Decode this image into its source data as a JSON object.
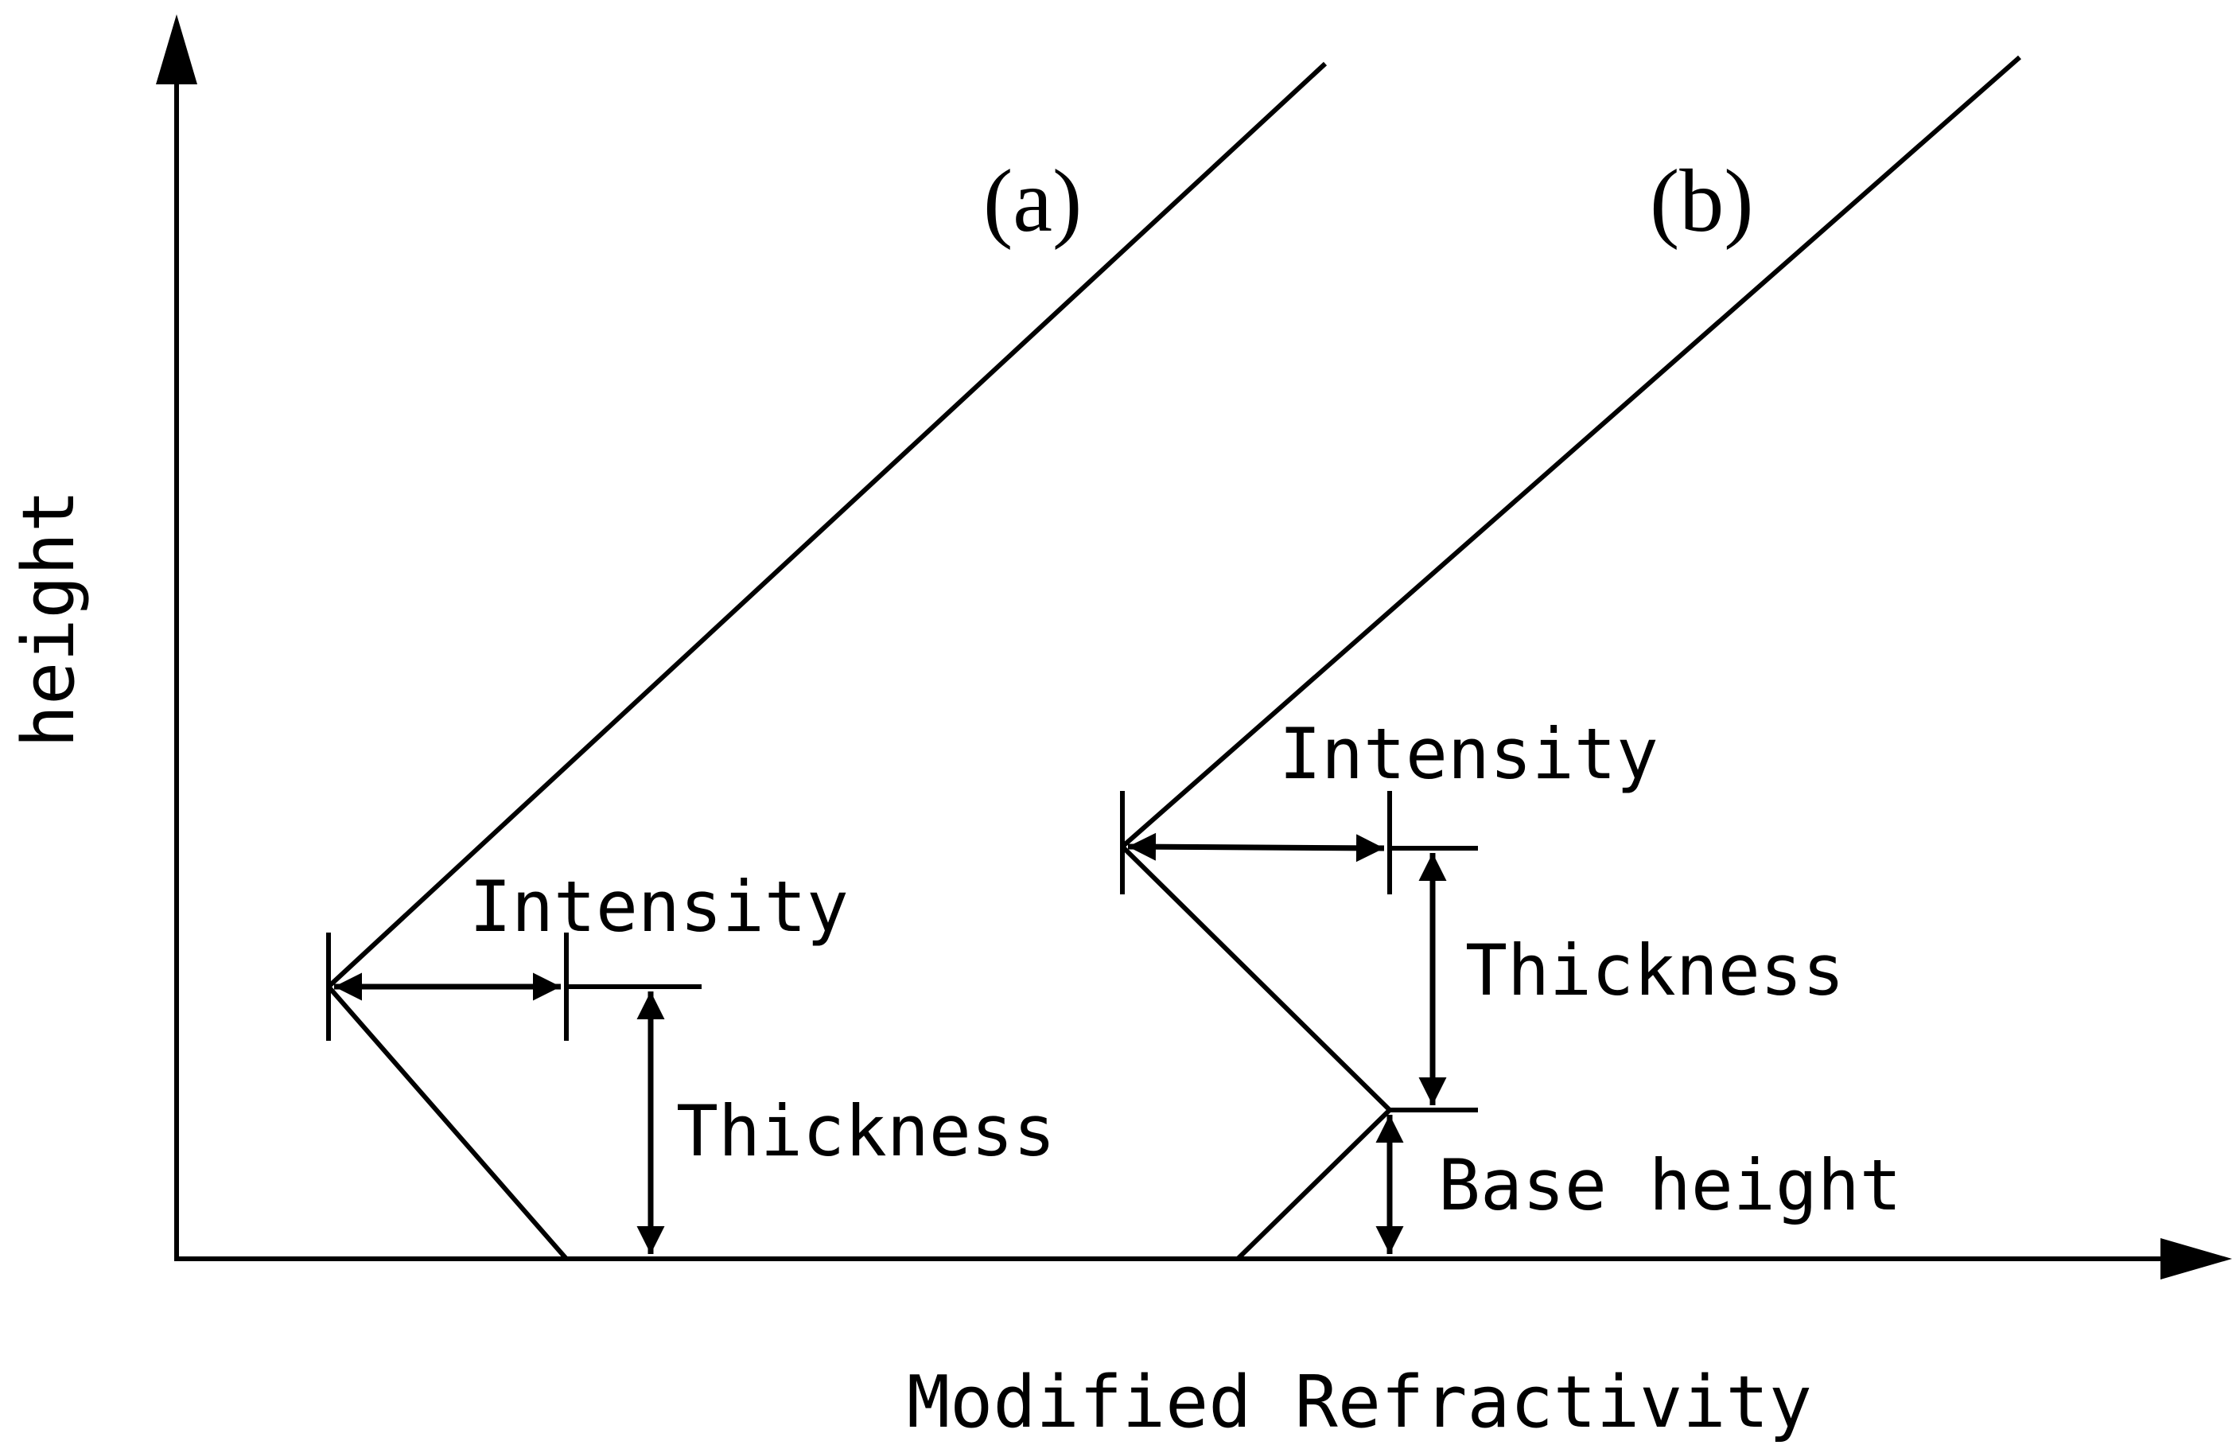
{
  "axes": {
    "x_label": "Modified Refractivity",
    "y_label": "height"
  },
  "panel_a": {
    "label": "(a)",
    "intensity_label": "Intensity",
    "thickness_label": "Thickness"
  },
  "panel_b": {
    "label": "(b)",
    "intensity_label": "Intensity",
    "thickness_label": "Thickness",
    "base_height_label": "Base height"
  },
  "colors": {
    "ink": "#000000",
    "background": "#ffffff"
  }
}
